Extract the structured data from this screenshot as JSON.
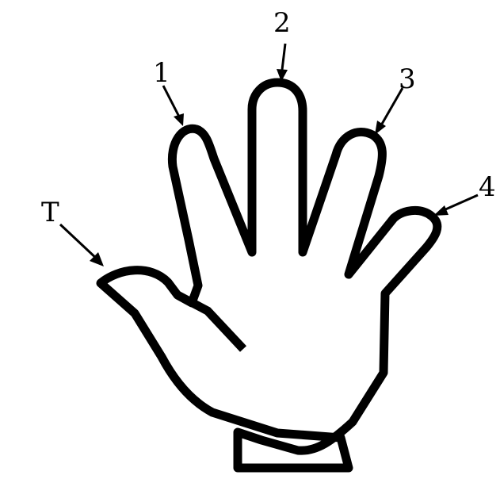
{
  "labels": {
    "thumb": "T",
    "finger_1": "1",
    "finger_2": "2",
    "finger_3": "3",
    "finger_4": "4"
  },
  "colors": {
    "outline": "#000000",
    "background": "#ffffff"
  }
}
